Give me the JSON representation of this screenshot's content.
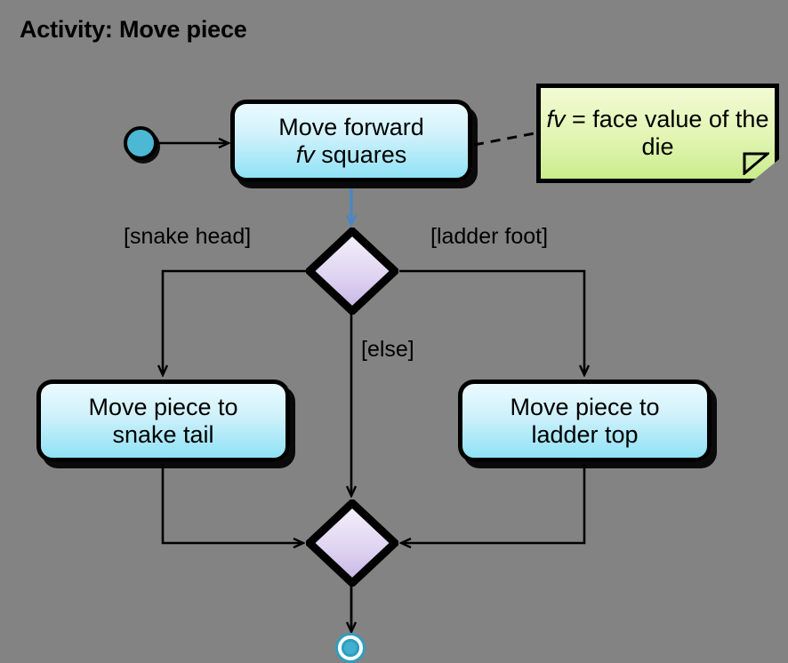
{
  "diagram": {
    "title": "Activity: Move piece",
    "type": "uml-activity-diagram",
    "background_color": "#838383"
  },
  "nodes": {
    "initial": {
      "name": "initial-node",
      "shape": "filled-circle",
      "color": "#4cb8d4"
    },
    "action_move_forward": {
      "line1": "Move forward",
      "line2_italic": "fv",
      "line2_rest": " squares",
      "fill_top": "#eafaff",
      "fill_bottom": "#8fe2f5"
    },
    "note": {
      "line1_italic": "fv",
      "line1_rest": " = face value",
      "line2": "of the die",
      "fill_top": "#f2fad3",
      "fill_bottom": "#c9ed8c"
    },
    "decision": {
      "name": "decision-node",
      "shape": "diamond",
      "fill_top": "#f3eefb",
      "fill_bottom": "#c9b8e6"
    },
    "action_snake_tail": {
      "line1": "Move piece to",
      "line2": "snake tail"
    },
    "action_ladder_top": {
      "line1": "Move piece to",
      "line2": "ladder top"
    },
    "merge": {
      "name": "merge-node",
      "shape": "diamond",
      "fill_top": "#f3eefb",
      "fill_bottom": "#c9b8e6"
    },
    "final": {
      "name": "final-node",
      "shape": "bullseye-circle",
      "color": "#3fb0cf"
    }
  },
  "guards": {
    "snake_head": "[snake head]",
    "ladder_foot": "[ladder foot]",
    "else": "[else]"
  },
  "edges": {
    "initial_to_action": {
      "style": "solid",
      "color": "#000000"
    },
    "action_to_decision": {
      "style": "solid",
      "color": "#4a86c5"
    },
    "note_anchor": {
      "style": "dashed",
      "color": "#000000"
    },
    "decision_to_snake_tail": {
      "style": "solid",
      "color": "#000000",
      "guard": "[snake head]"
    },
    "decision_to_ladder_top": {
      "style": "solid",
      "color": "#000000",
      "guard": "[ladder foot]"
    },
    "decision_to_merge": {
      "style": "solid",
      "color": "#000000",
      "guard": "[else]"
    },
    "snake_tail_to_merge": {
      "style": "solid",
      "color": "#000000"
    },
    "ladder_top_to_merge": {
      "style": "solid",
      "color": "#000000"
    },
    "merge_to_final": {
      "style": "solid",
      "color": "#000000"
    }
  }
}
